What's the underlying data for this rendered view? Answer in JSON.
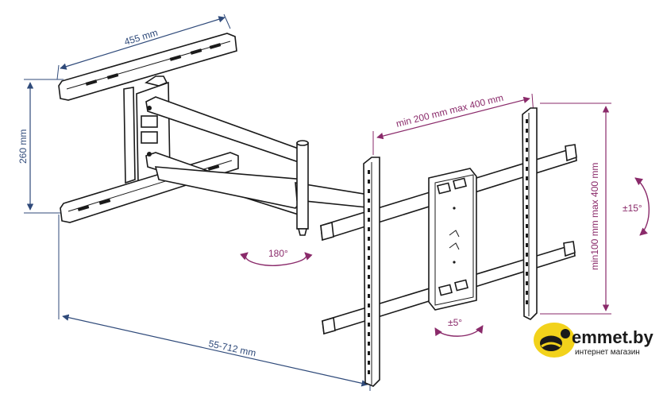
{
  "dimensions": {
    "wall_plate_width": "455 mm",
    "wall_plate_height": "260 mm",
    "extension": "55-712 mm",
    "vesa_horizontal": "min 200 mm max 400 mm",
    "vesa_vertical": "min100 mm max 400 mm"
  },
  "angles": {
    "swivel": "180°",
    "rotation": "±5°",
    "tilt": "±15°"
  },
  "logo": {
    "name": "emmet.by",
    "tagline": "интернет магазин"
  },
  "colors": {
    "dimension_blue": "#2f4a7a",
    "angle_pink": "#8a2a6a",
    "logo_yellow": "#f2d21b"
  }
}
